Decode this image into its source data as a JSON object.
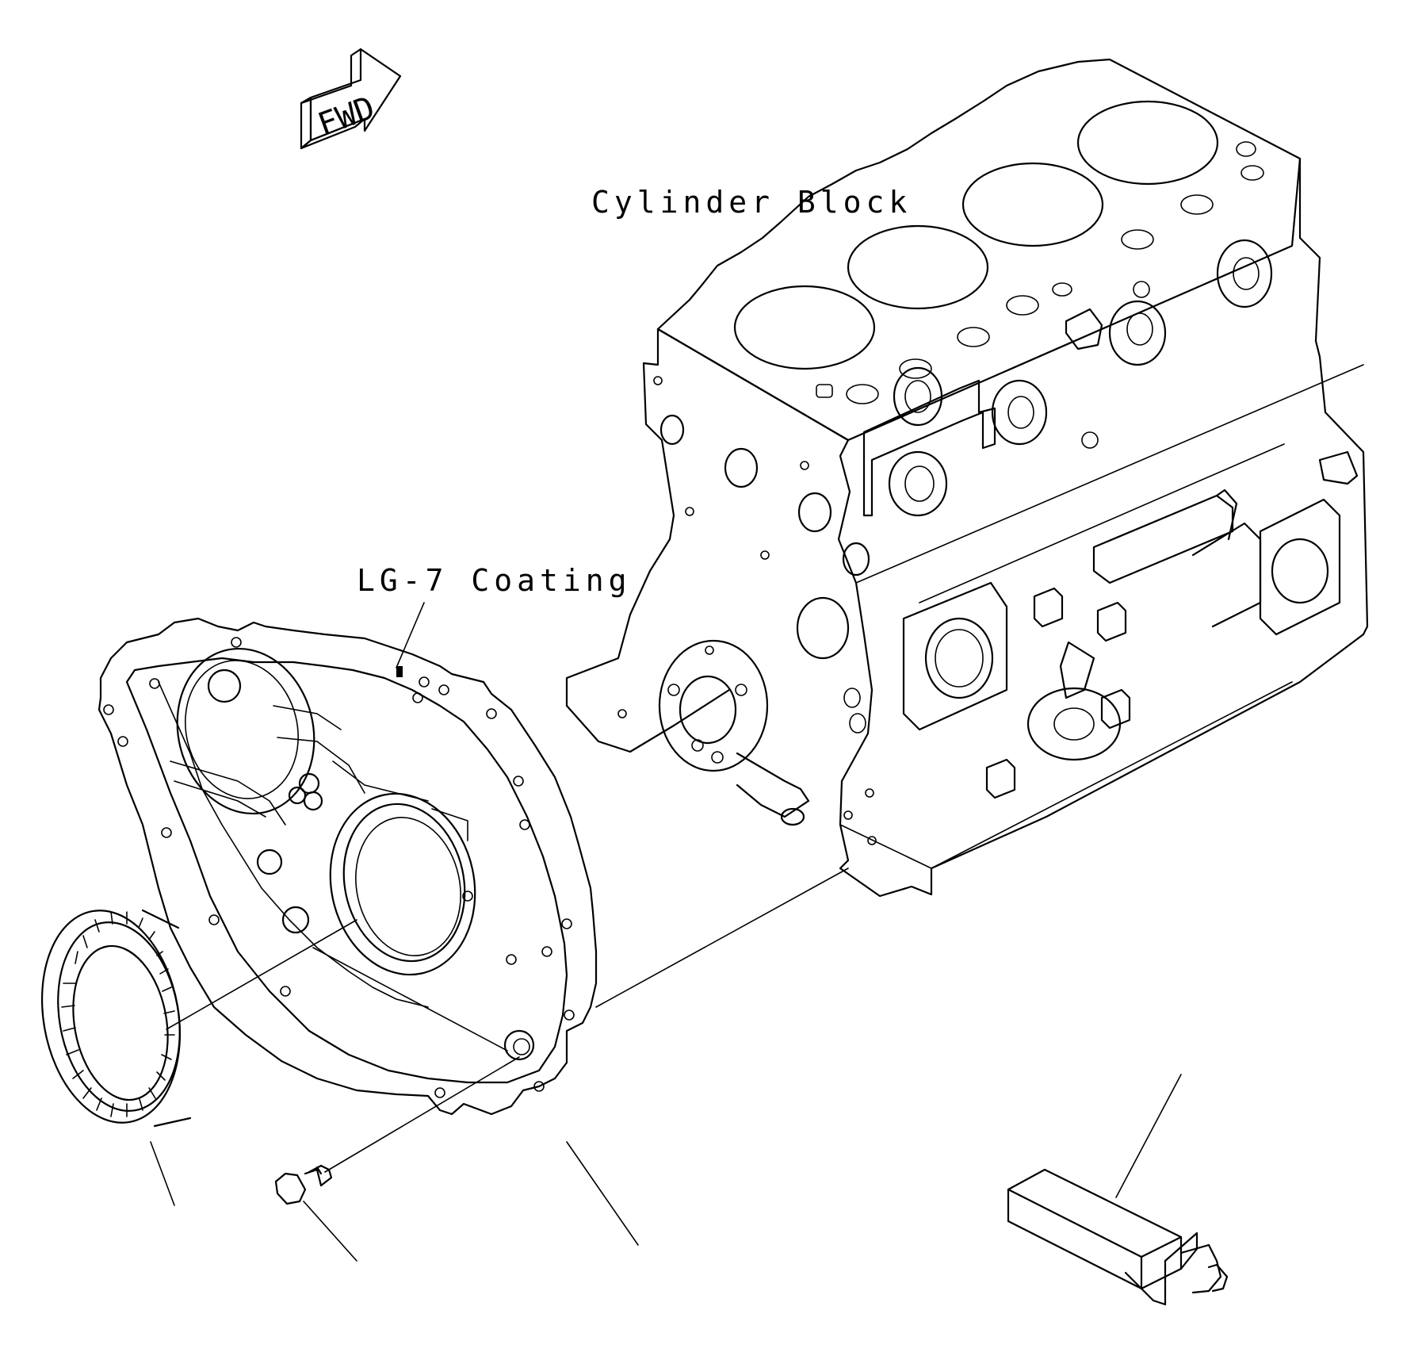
{
  "fwd_indicator": {
    "label": "FWD"
  },
  "labels": {
    "cylinder_block": "Cylinder Block",
    "lg7_coating": "LG-7 Coating"
  },
  "parts": [
    "cylinder-block",
    "flywheel-housing",
    "oil-seal",
    "mounting-bolt",
    "installation-tool"
  ]
}
